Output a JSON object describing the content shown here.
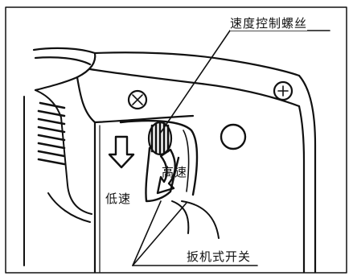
{
  "labels": {
    "speed_control_screw": "速度控制螺丝",
    "low_speed": "低速",
    "high_speed": "高速",
    "trigger_switch": "扳机式开关"
  },
  "colors": {
    "ink": "#111111",
    "background": "#ffffff"
  }
}
